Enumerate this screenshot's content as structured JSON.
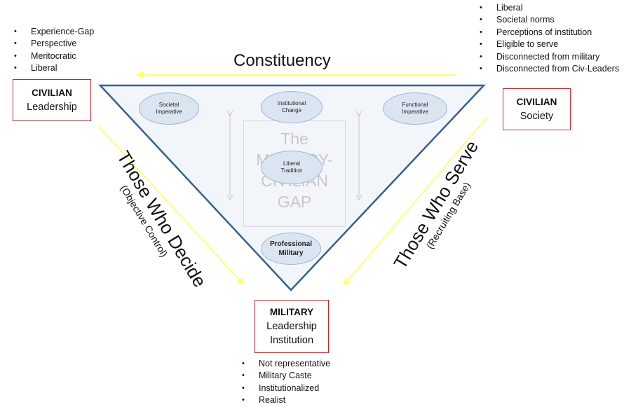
{
  "top_arrow_label": "Constituency",
  "civ_leadership": {
    "title": "CIVILIAN",
    "subtitle": "Leadership",
    "bullets": [
      "Experience-Gap",
      "Perspective",
      "Meritocratic",
      "Liberal"
    ]
  },
  "civ_society": {
    "title": "CIVILIAN",
    "subtitle": "Society",
    "bullets": [
      "Liberal",
      "Societal norms",
      "Perceptions of institution",
      "Eligible to serve",
      "Disconnected from military",
      "Disconnected from Civ-Leaders"
    ]
  },
  "military": {
    "title": "MILITARY",
    "line2": "Leadership",
    "line3": "Institution",
    "bullets": [
      "Not representative",
      "Military Caste",
      "Institutionalized",
      "Realist"
    ]
  },
  "left_side": {
    "main": "Those Who Decide",
    "sub": "(Objective Control)"
  },
  "right_side": {
    "main": "Those Who Serve",
    "sub": "(Recruiting Base)"
  },
  "gap_label": [
    "The",
    "MILITARY-",
    "CIVILIAN",
    "GAP"
  ],
  "ellipses": {
    "societal": [
      "Societal",
      "Imperative"
    ],
    "institutional": [
      "Institutional",
      "Change"
    ],
    "functional": [
      "Functional",
      "Imperative"
    ],
    "liberal": [
      "Liberal",
      "Tradition"
    ],
    "professional": [
      "Professional",
      "Military"
    ]
  },
  "colors": {
    "arrow": "#ffff66",
    "triangle_stroke": "#365f91",
    "triangle_fill": "#f2f6fb",
    "box_border": "#c0282d",
    "ellipse_fill": "#dbe5f1"
  }
}
